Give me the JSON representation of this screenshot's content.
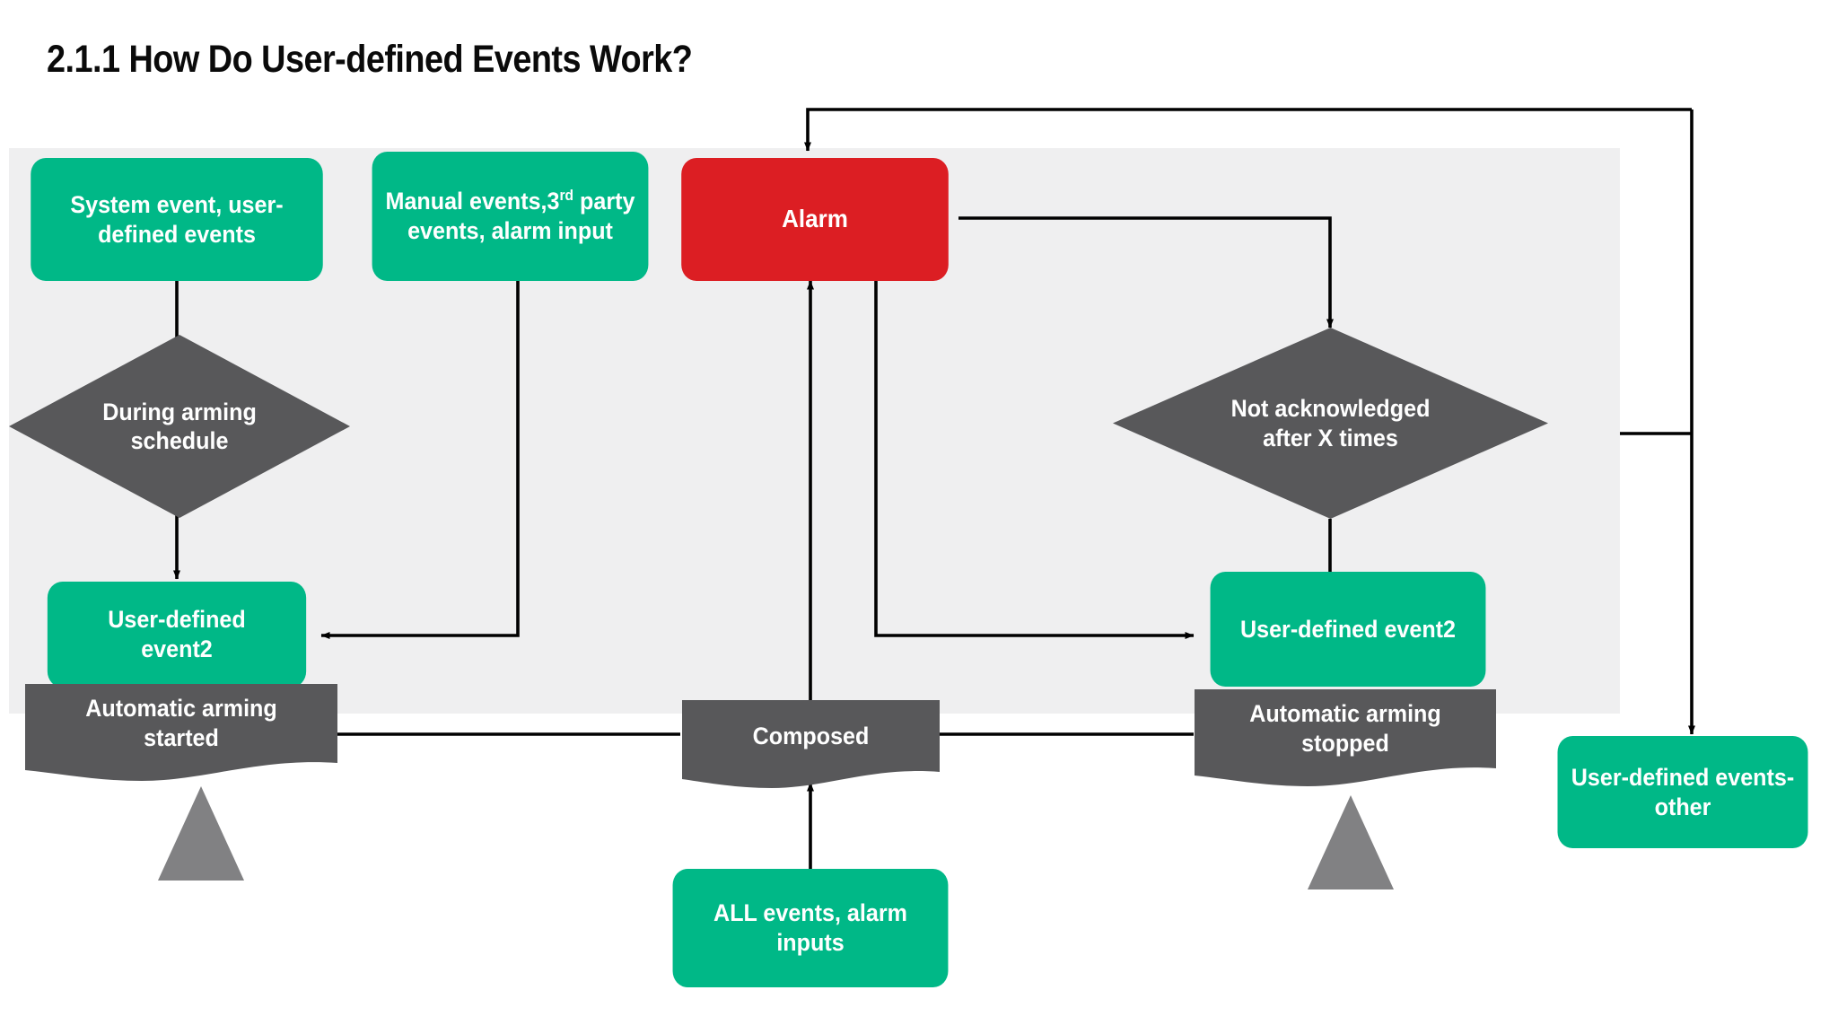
{
  "page": {
    "title": "2.1.1 How Do User-defined Events Work?",
    "background": "#ffffff",
    "panel_color": "#efeff0"
  },
  "palette": {
    "green": "#00b887",
    "red": "#dc1e23",
    "dark_gray": "#58585a",
    "mid_gray": "#818183",
    "line": "#000000",
    "text_on_shape": "#ffffff"
  },
  "nodes": {
    "system_event": {
      "label": "System event, user-defined events",
      "shape": "rounded-rectangle",
      "color": "#00b887"
    },
    "manual_events": {
      "label_pre": "Manual events,3",
      "label_sup": "rd",
      "label_post": " party events, alarm input",
      "shape": "rounded-rectangle",
      "color": "#00b887"
    },
    "alarm": {
      "label": "Alarm",
      "shape": "rounded-rectangle",
      "color": "#dc1e23"
    },
    "during_arming_schedule": {
      "label": "During arming schedule",
      "shape": "diamond",
      "color": "#58585a"
    },
    "not_acknowledged": {
      "label": "Not acknowledged after X times",
      "shape": "diamond",
      "color": "#58585a"
    },
    "user_defined_event2_left": {
      "label": "User-defined event2",
      "shape": "rounded-rectangle",
      "color": "#00b887"
    },
    "user_defined_event2_right": {
      "label": "User-defined event2",
      "shape": "rounded-rectangle",
      "color": "#00b887"
    },
    "automatic_arming_started": {
      "label": "Automatic arming started",
      "shape": "document",
      "color": "#58585a"
    },
    "composed": {
      "label": "Composed",
      "shape": "document",
      "color": "#58585a"
    },
    "automatic_arming_stopped": {
      "label": "Automatic arming stopped",
      "shape": "document",
      "color": "#58585a"
    },
    "all_events": {
      "label": "ALL events, alarm inputs",
      "shape": "rounded-rectangle",
      "color": "#00b887"
    },
    "user_defined_events_other": {
      "label": "User-defined events-other",
      "shape": "rounded-rectangle",
      "color": "#00b887"
    },
    "triangle_left": {
      "label": "",
      "shape": "triangle",
      "color": "#818183"
    },
    "triangle_right": {
      "label": "",
      "shape": "triangle",
      "color": "#818183"
    }
  },
  "connections": [
    {
      "from": "system_event",
      "to": "during_arming_schedule",
      "arrow": true
    },
    {
      "from": "during_arming_schedule",
      "to": "user_defined_event2_left",
      "arrow": true
    },
    {
      "from": "manual_events",
      "to": "user_defined_event2_left",
      "arrow": true
    },
    {
      "from": "alarm",
      "to": "not_acknowledged",
      "arrow": true
    },
    {
      "from": "not_acknowledged",
      "to": "user_defined_event2_right",
      "arrow": false
    },
    {
      "from": "alarm",
      "to": "user_defined_event2_right",
      "arrow": true
    },
    {
      "from": "composed",
      "to": "alarm",
      "arrow": true
    },
    {
      "from": "all_events",
      "to": "composed",
      "arrow": true
    },
    {
      "from": "automatic_arming_started",
      "to": "composed",
      "arrow": false
    },
    {
      "from": "composed",
      "to": "automatic_arming_stopped",
      "arrow": false
    },
    {
      "from": "feedback_top",
      "to": "alarm",
      "arrow": true
    },
    {
      "from": "feedback_right",
      "to": "user_defined_events_other",
      "arrow": true
    }
  ]
}
